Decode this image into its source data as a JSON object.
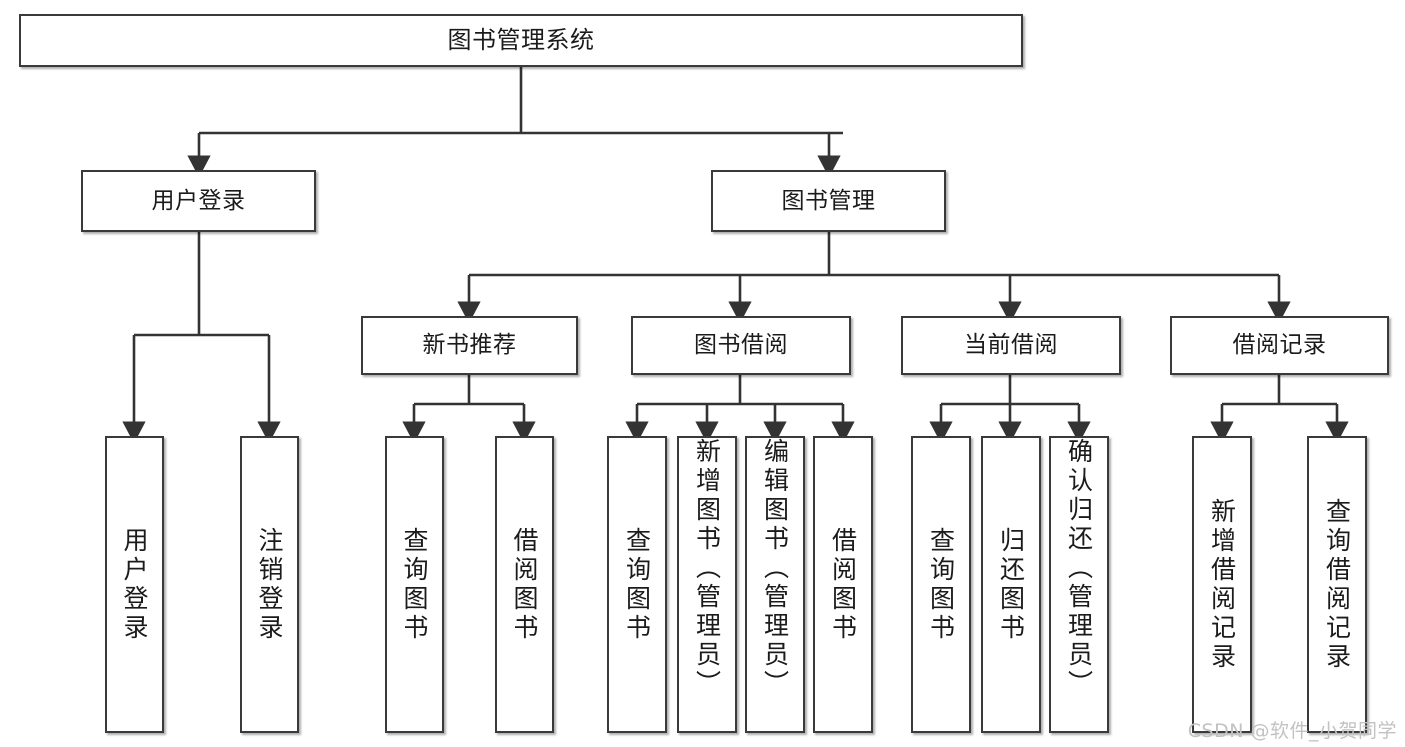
{
  "diagram": {
    "title": "图书管理系统",
    "type": "tree",
    "watermark": "CSDN @软件_小贺同学",
    "colors": {
      "box_border": "#3a3a3a",
      "box_fill": "#ffffff",
      "connector": "#333333",
      "text": "#1b1b1b",
      "watermark": "#c2c2c2"
    },
    "nodes": {
      "root": {
        "label": "图书管理系统"
      },
      "level1": [
        {
          "label": "用户登录"
        },
        {
          "label": "图书管理"
        }
      ],
      "level2": [
        {
          "label": "新书推荐"
        },
        {
          "label": "图书借阅"
        },
        {
          "label": "当前借阅"
        },
        {
          "label": "借阅记录"
        }
      ],
      "leaves": {
        "user_login": [
          {
            "label": "用户登录"
          },
          {
            "label": "注销登录"
          }
        ],
        "new_books": [
          {
            "label": "查询图书"
          },
          {
            "label": "借阅图书"
          }
        ],
        "book_borrow": [
          {
            "label": "查询图书"
          },
          {
            "label": "新增图书（管理员）"
          },
          {
            "label": "编辑图书（管理员）"
          },
          {
            "label": "借阅图书"
          }
        ],
        "current_borrow": [
          {
            "label": "查询图书"
          },
          {
            "label": "归还图书"
          },
          {
            "label": "确认归还（管理员）"
          }
        ],
        "borrow_records": [
          {
            "label": "新增借阅记录"
          },
          {
            "label": "查询借阅记录"
          }
        ]
      }
    }
  }
}
